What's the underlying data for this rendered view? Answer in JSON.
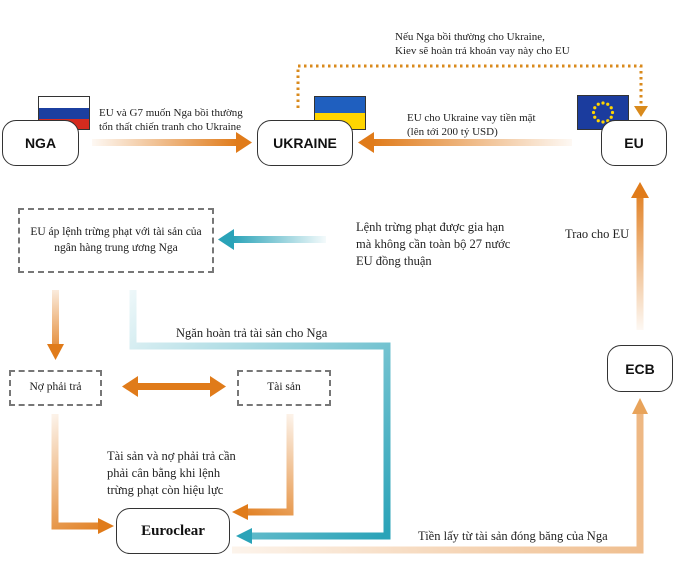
{
  "nodes": {
    "nga": "NGA",
    "ukraine": "UKRAINE",
    "eu": "EU",
    "ecb": "ECB",
    "euroclear": "Euroclear"
  },
  "boxes": {
    "sanctions": "EU áp lệnh trừng phạt với tài sản của ngân hàng trung ương Nga",
    "liabilities": "Nợ phải trả",
    "assets": "Tài sản"
  },
  "labels": {
    "g7_line1": "EU và G7 muốn Nga bồi thường",
    "g7_line2": "tổn thất chiến tranh cho Ukraine",
    "repay_line1": "Nếu Nga bồi thường cho Ukraine,",
    "repay_line2": "Kiev sẽ hoàn trả khoản vay này cho EU",
    "loan_line1": "EU cho Ukraine vay tiền mặt",
    "loan_line2": "(lên tới 200 tỷ USD)",
    "extend_line1": "Lệnh trừng phạt được gia hạn",
    "extend_line2": "mà không cần toàn bộ 27 nước",
    "extend_line3": "EU đồng thuận",
    "give_eu": "Trao cho EU",
    "prevent": "Ngăn hoàn trả tài sản cho Nga",
    "balance_line1": "Tài sản và nợ phải trả cần",
    "balance_line2": "phải cân bằng khi lệnh",
    "balance_line3": "trừng phạt còn hiệu lực",
    "frozen": "Tiền lấy từ tài sản đóng băng của Nga"
  },
  "colors": {
    "orange": "#e07b1a",
    "teal": "#2aa3b8",
    "dotted": "#d98a1c",
    "russia_white": "#ffffff",
    "russia_blue": "#1b3fa0",
    "russia_red": "#d52b1e",
    "ukraine_blue": "#1f5fbf",
    "ukraine_yellow": "#ffd500",
    "eu_blue": "#1b3c9e",
    "eu_star": "#ffd500"
  },
  "icons": [
    "flag-russia-icon",
    "flag-ukraine-icon",
    "flag-eu-icon"
  ]
}
